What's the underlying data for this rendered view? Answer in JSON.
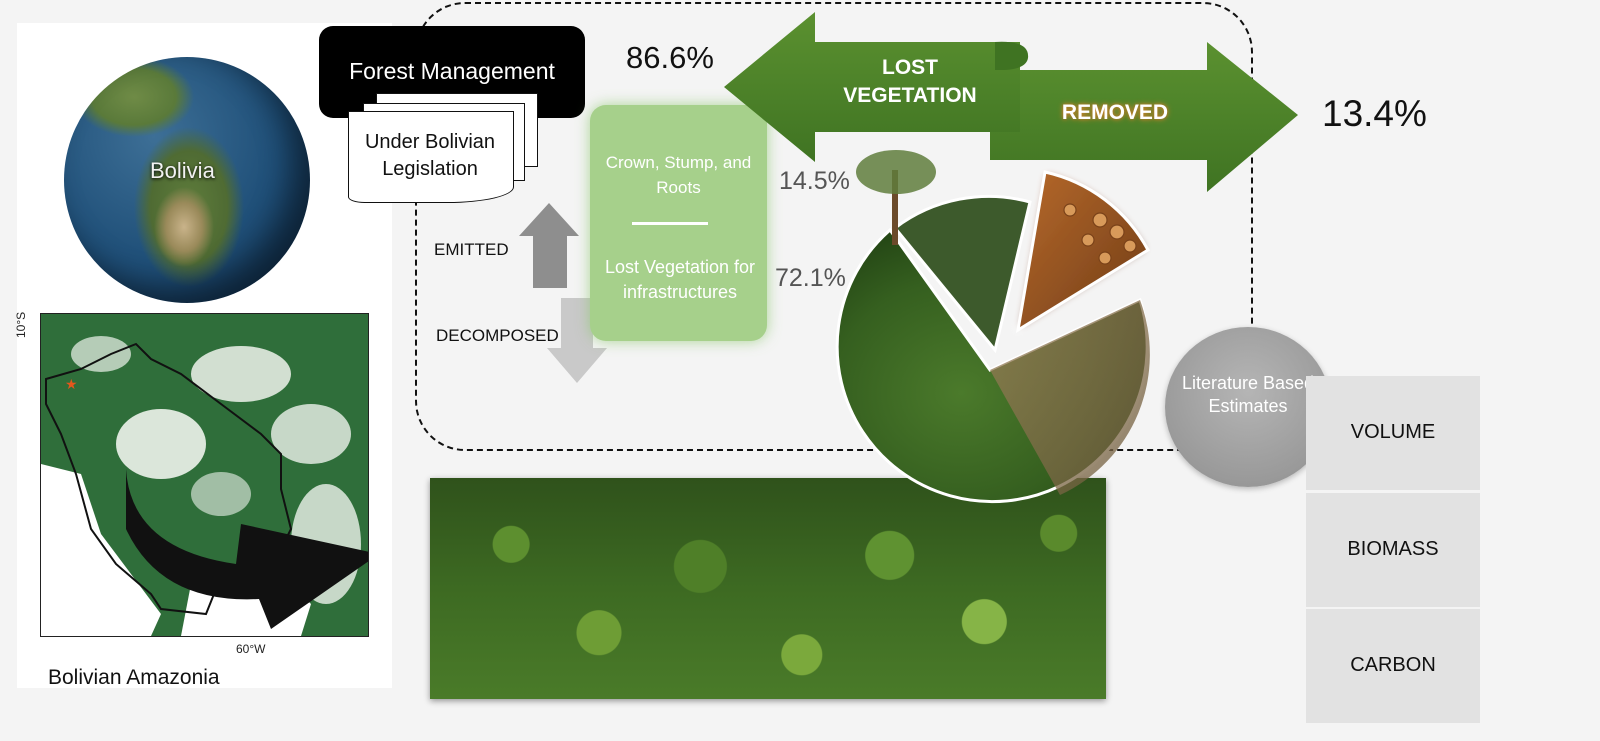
{
  "left": {
    "globe_label": "Bolivia",
    "map_lat_label": "10°S",
    "map_lon_label": "60°W",
    "caption": "Bolivian Amazonia"
  },
  "management": {
    "title": "Forest Management",
    "document_label": "Under Bolivian Legislation"
  },
  "fates": {
    "emitted": "EMITTED",
    "decomposed": "DECOMPOSED",
    "crown": "Crown, Stump, and Roots",
    "lost_infra": "Lost Vegetation for infrastructures"
  },
  "percentages": {
    "lost": "86.6%",
    "removed": "13.4%",
    "crown": "14.5%",
    "infra": "72.1%"
  },
  "arrows": {
    "lost_vegetation": "LOST VEGETATION",
    "removed": "REMOVED"
  },
  "estimates": {
    "label": "Literature Based Estimates",
    "metrics": [
      "VOLUME",
      "BIOMASS",
      "CARBON"
    ]
  },
  "colors": {
    "arrow_green": "#558a2c",
    "card_green": "#a6d08b",
    "removed_glow": "#e8913a",
    "map_forest": "#2f6e3a",
    "map_star": "#e4571c"
  }
}
